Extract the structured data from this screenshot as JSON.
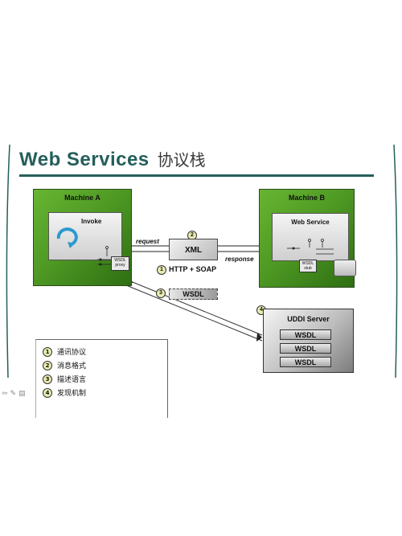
{
  "title": {
    "en": "Web Services",
    "zh": "协议栈"
  },
  "machine_a": {
    "title": "Machine A",
    "invoke": "Invoke",
    "proxy_line1": "WSDL",
    "proxy_line2": "proxy"
  },
  "machine_b": {
    "title": "Machine B",
    "service": "Web Service",
    "stub_line1": "WSDL",
    "stub_line2": "stub"
  },
  "center": {
    "xml": "XML",
    "request": "request",
    "response": "response",
    "protocol": "HTTP + SOAP",
    "wsdl": "WSDL"
  },
  "uddi": {
    "title": "UDDI Server",
    "entries": [
      "WSDL",
      "WSDL",
      "WSDL"
    ]
  },
  "numbers": [
    "1",
    "2",
    "3",
    "4"
  ],
  "legend": [
    {
      "num": "1",
      "text": "通讯协议"
    },
    {
      "num": "2",
      "text": "消息格式"
    },
    {
      "num": "3",
      "text": "描述语言"
    },
    {
      "num": "4",
      "text": "发现机制"
    }
  ],
  "colors": {
    "accent": "#245f5a",
    "machine": "#4f9a24",
    "circle": "#e9ecb0"
  },
  "icons": [
    "circular-arrow-icon",
    "toolbar-back-icon",
    "toolbar-pen-icon",
    "toolbar-menu-icon"
  ]
}
